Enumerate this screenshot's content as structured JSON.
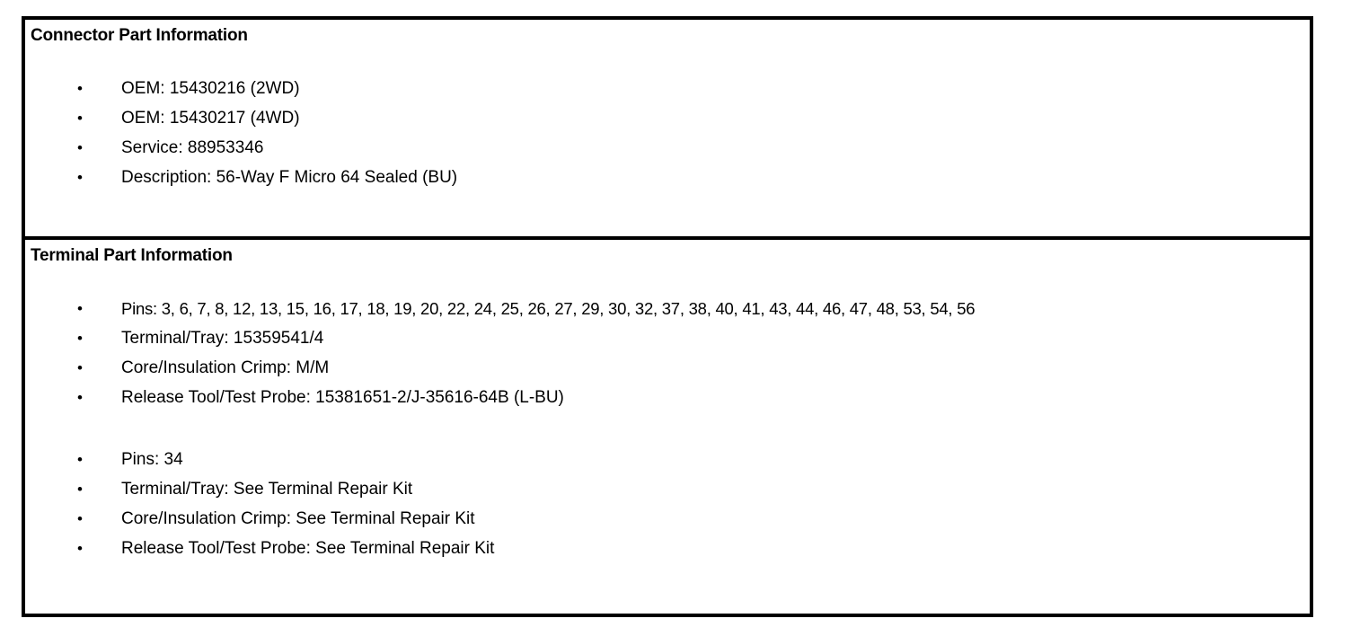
{
  "document": {
    "bullet_glyph": "•",
    "sections": [
      {
        "id": "connector-part-information",
        "heading": "Connector Part Information",
        "groups": [
          {
            "id": "connector-details",
            "items": [
              "OEM: 15430216 (2WD)",
              "OEM: 15430217 (4WD)",
              "Service: 88953346",
              "Description: 56-Way F Micro 64 Sealed (BU)"
            ]
          }
        ]
      },
      {
        "id": "terminal-part-information",
        "heading": "Terminal Part Information",
        "groups": [
          {
            "id": "terminal-group-primary",
            "items": [
              "Pins: 3, 6, 7, 8, 12, 13, 15, 16, 17, 18, 19, 20, 22, 24, 25, 26, 27, 29, 30, 32, 37, 38, 40, 41, 43, 44, 46, 47, 48, 53, 54, 56",
              "Terminal/Tray: 15359541/4",
              "Core/Insulation Crimp: M/M",
              "Release Tool/Test Probe: 15381651-2/J-35616-64B (L-BU)"
            ]
          },
          {
            "id": "terminal-group-secondary",
            "items": [
              "Pins: 34",
              "Terminal/Tray: See Terminal Repair Kit",
              "Core/Insulation Crimp: See Terminal Repair Kit",
              "Release Tool/Test Probe: See Terminal Repair Kit"
            ]
          }
        ]
      }
    ]
  }
}
